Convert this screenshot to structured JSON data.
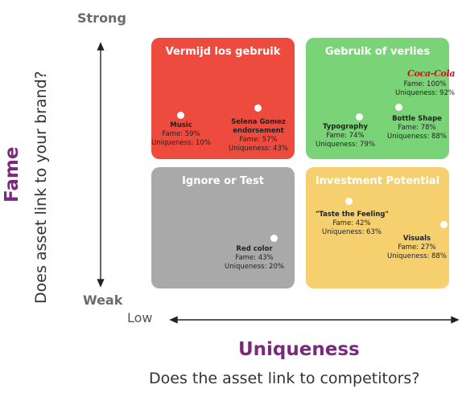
{
  "axes": {
    "strong": "Strong",
    "weak": "Weak",
    "low": "Low",
    "fame_title": "Fame",
    "fame_sub": "Does asset link to your brand?",
    "uniqueness_title": "Uniqueness",
    "uniqueness_sub": "Does the asset link to competitors?"
  },
  "colors": {
    "red": "#ee4b3f",
    "green": "#7bd378",
    "gray": "#a9a9a9",
    "yellow": "#f6d06e",
    "accent": "#7a2a7e"
  },
  "quadrants": {
    "top_left": "Vermijd los gebruik",
    "top_right": "Gebruik of verlies",
    "bottom_left": "Ignore or Test",
    "bottom_right": "Investment Potential"
  },
  "logo_text": "Coca-Cola",
  "assets": [
    {
      "name": "",
      "fame": "Fame: 100%",
      "uniq": "Uniqueness: 92%"
    },
    {
      "name": "Music",
      "fame": "Fame: 59%",
      "uniq": "Uniqueness: 10%"
    },
    {
      "name": "Selena Gomez endorsement",
      "fame": "Fame: 57%",
      "uniq": "Uniqueness: 43%"
    },
    {
      "name": "Typography",
      "fame": "Fame: 74%",
      "uniq": "Uniqueness: 79%"
    },
    {
      "name": "Bottle Shape",
      "fame": "Fame: 78%",
      "uniq": "Uniqueness: 88%"
    },
    {
      "name": "\"Taste the Feeling\"",
      "fame": "Fame: 42%",
      "uniq": "Uniqueness: 63%"
    },
    {
      "name": "Red color",
      "fame": "Fame: 43%",
      "uniq": "Uniqueness: 20%"
    },
    {
      "name": "Visuals",
      "fame": "Fame: 27%",
      "uniq": "Uniqueness: 88%"
    }
  ]
}
